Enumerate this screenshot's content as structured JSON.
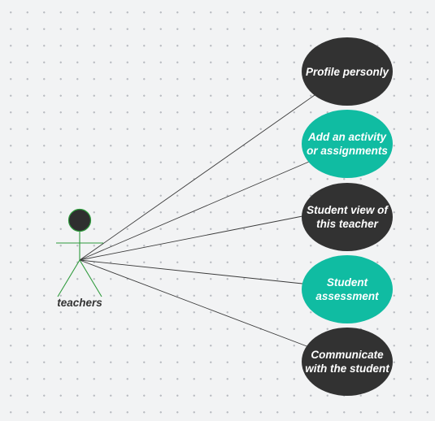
{
  "actor": {
    "label": "teachers",
    "head_color": "#2f2f2f",
    "body_color": "#2e9a3c"
  },
  "use_cases": [
    {
      "label": "Profile personly",
      "color": "#323232"
    },
    {
      "label": "Add an activity or assignments",
      "color": "#10bca2"
    },
    {
      "label": "Student view of this teacher",
      "color": "#323232"
    },
    {
      "label": "Student assessment",
      "color": "#10bca2"
    },
    {
      "label": "Communicate with the student",
      "color": "#323232"
    }
  ],
  "colors": {
    "background": "#f2f3f4",
    "grid_dot": "#b9bcc1",
    "connector": "#3a3a3a"
  }
}
